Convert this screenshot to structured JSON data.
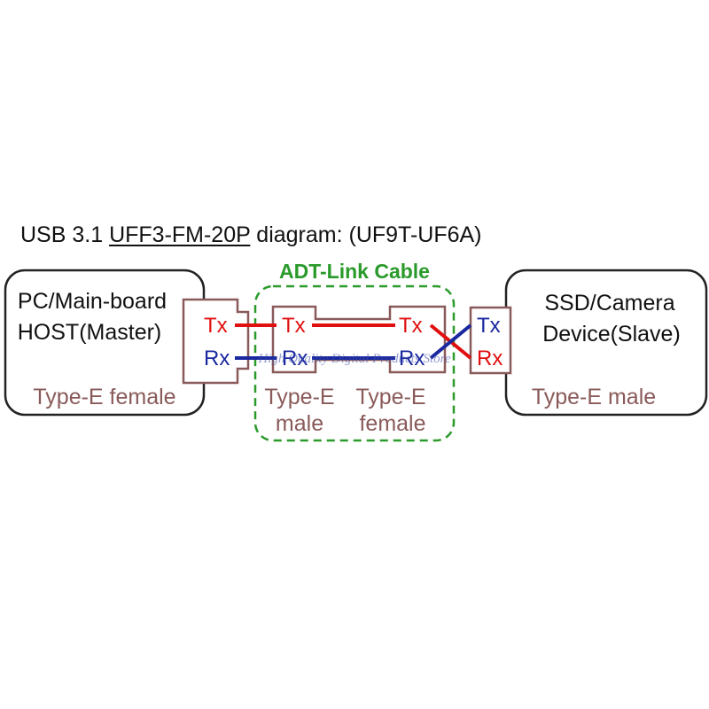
{
  "title": {
    "prefix": "USB 3.1 ",
    "model": "UFF3-FM-20P",
    "suffix": " diagram: (UF9T-UF6A)"
  },
  "cable": {
    "label": "ADT-Link Cable"
  },
  "host": {
    "line1": "PC/Main-board",
    "line2": "HOST(Master)",
    "connector": "Type-E female"
  },
  "device": {
    "line1": "SSD/Camera",
    "line2": "Device(Slave)",
    "connector": "Type-E male"
  },
  "cable_ends": {
    "left_line1": "Type-E",
    "left_line2": "male",
    "right_line1": "Type-E",
    "right_line2": "female"
  },
  "signals": {
    "tx": "Tx",
    "rx": "Rx"
  },
  "watermark": "High Quality Digital Products Store",
  "colors": {
    "tx": "#e01010",
    "rx": "#1a28a0",
    "connector": "#8a5a5a",
    "cable": "#2a9a2a",
    "box": "#222222"
  }
}
